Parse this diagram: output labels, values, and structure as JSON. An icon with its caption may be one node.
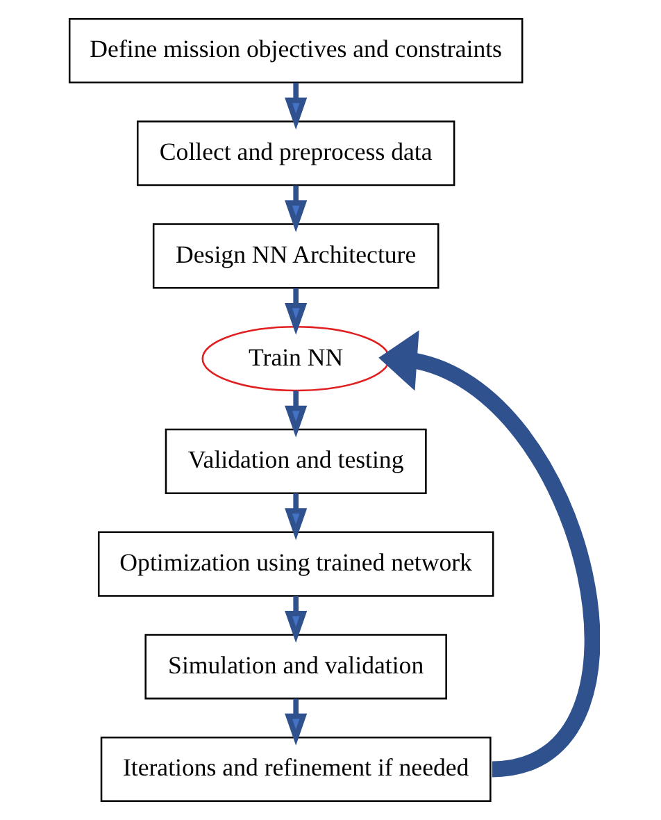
{
  "diagram": {
    "nodes": [
      {
        "text": [
          "Define mission objectives and constraints"
        ]
      },
      {
        "text": [
          "Collect and preprocess data"
        ]
      },
      {
        "text": [
          "Design NN Architecture"
        ]
      },
      {
        "text": [
          "Train NN"
        ]
      },
      {
        "text": [
          "Validation and testing"
        ]
      },
      {
        "text": [
          "Optimization using trained network"
        ]
      },
      {
        "text": [
          "Simulation and validation"
        ]
      },
      {
        "text": [
          "Iterations and refinement if needed"
        ]
      }
    ],
    "edges": [
      {
        "from": 0,
        "to": 1,
        "arrow": "to"
      },
      {
        "from": 1,
        "to": 2,
        "arrow": "to"
      },
      {
        "from": 2,
        "to": 3,
        "arrow": "to"
      },
      {
        "from": 3,
        "to": 4,
        "arrow": "to"
      },
      {
        "from": 4,
        "to": 5,
        "arrow": "to"
      },
      {
        "from": 5,
        "to": 6,
        "arrow": "to"
      },
      {
        "from": 6,
        "to": 7,
        "arrow": "to"
      },
      {
        "from": 7,
        "to": 3,
        "arrow": "to",
        "style": "thick"
      }
    ]
  }
}
